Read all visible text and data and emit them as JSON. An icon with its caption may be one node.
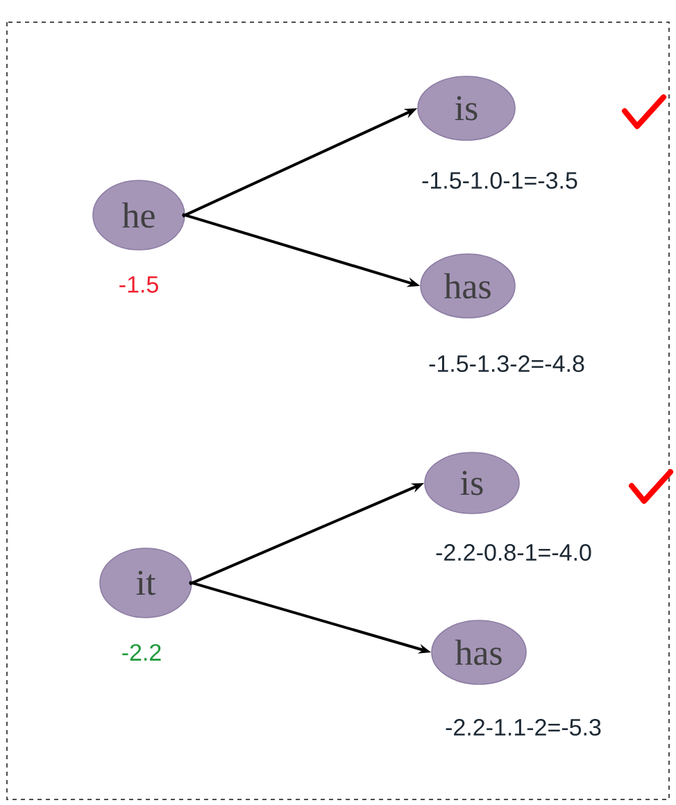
{
  "diagram": {
    "nodes": [
      {
        "text": [
          "he"
        ],
        "beside": [
          "-1.5"
        ]
      },
      {
        "text": [
          "is"
        ],
        "beside": [
          "-1.5-1.0-1=-3.5"
        ]
      },
      {
        "text": [
          "has"
        ],
        "beside": [
          "-1.5-1.3-2=-4.8"
        ]
      },
      {
        "text": [
          "it"
        ],
        "beside": [
          "-2.2"
        ]
      },
      {
        "text": [
          "is"
        ],
        "beside": [
          "-2.2-0.8-1=-4.0"
        ]
      },
      {
        "text": [
          "has"
        ],
        "beside": [
          "-2.2-1.1-2=-5.3"
        ]
      }
    ],
    "edges": [
      {
        "from": 0,
        "to": 1,
        "arrow": "to"
      },
      {
        "from": 0,
        "to": 2,
        "arrow": "to"
      },
      {
        "from": 3,
        "to": 4,
        "arrow": "to"
      },
      {
        "from": 3,
        "to": 5,
        "arrow": "to"
      }
    ]
  }
}
